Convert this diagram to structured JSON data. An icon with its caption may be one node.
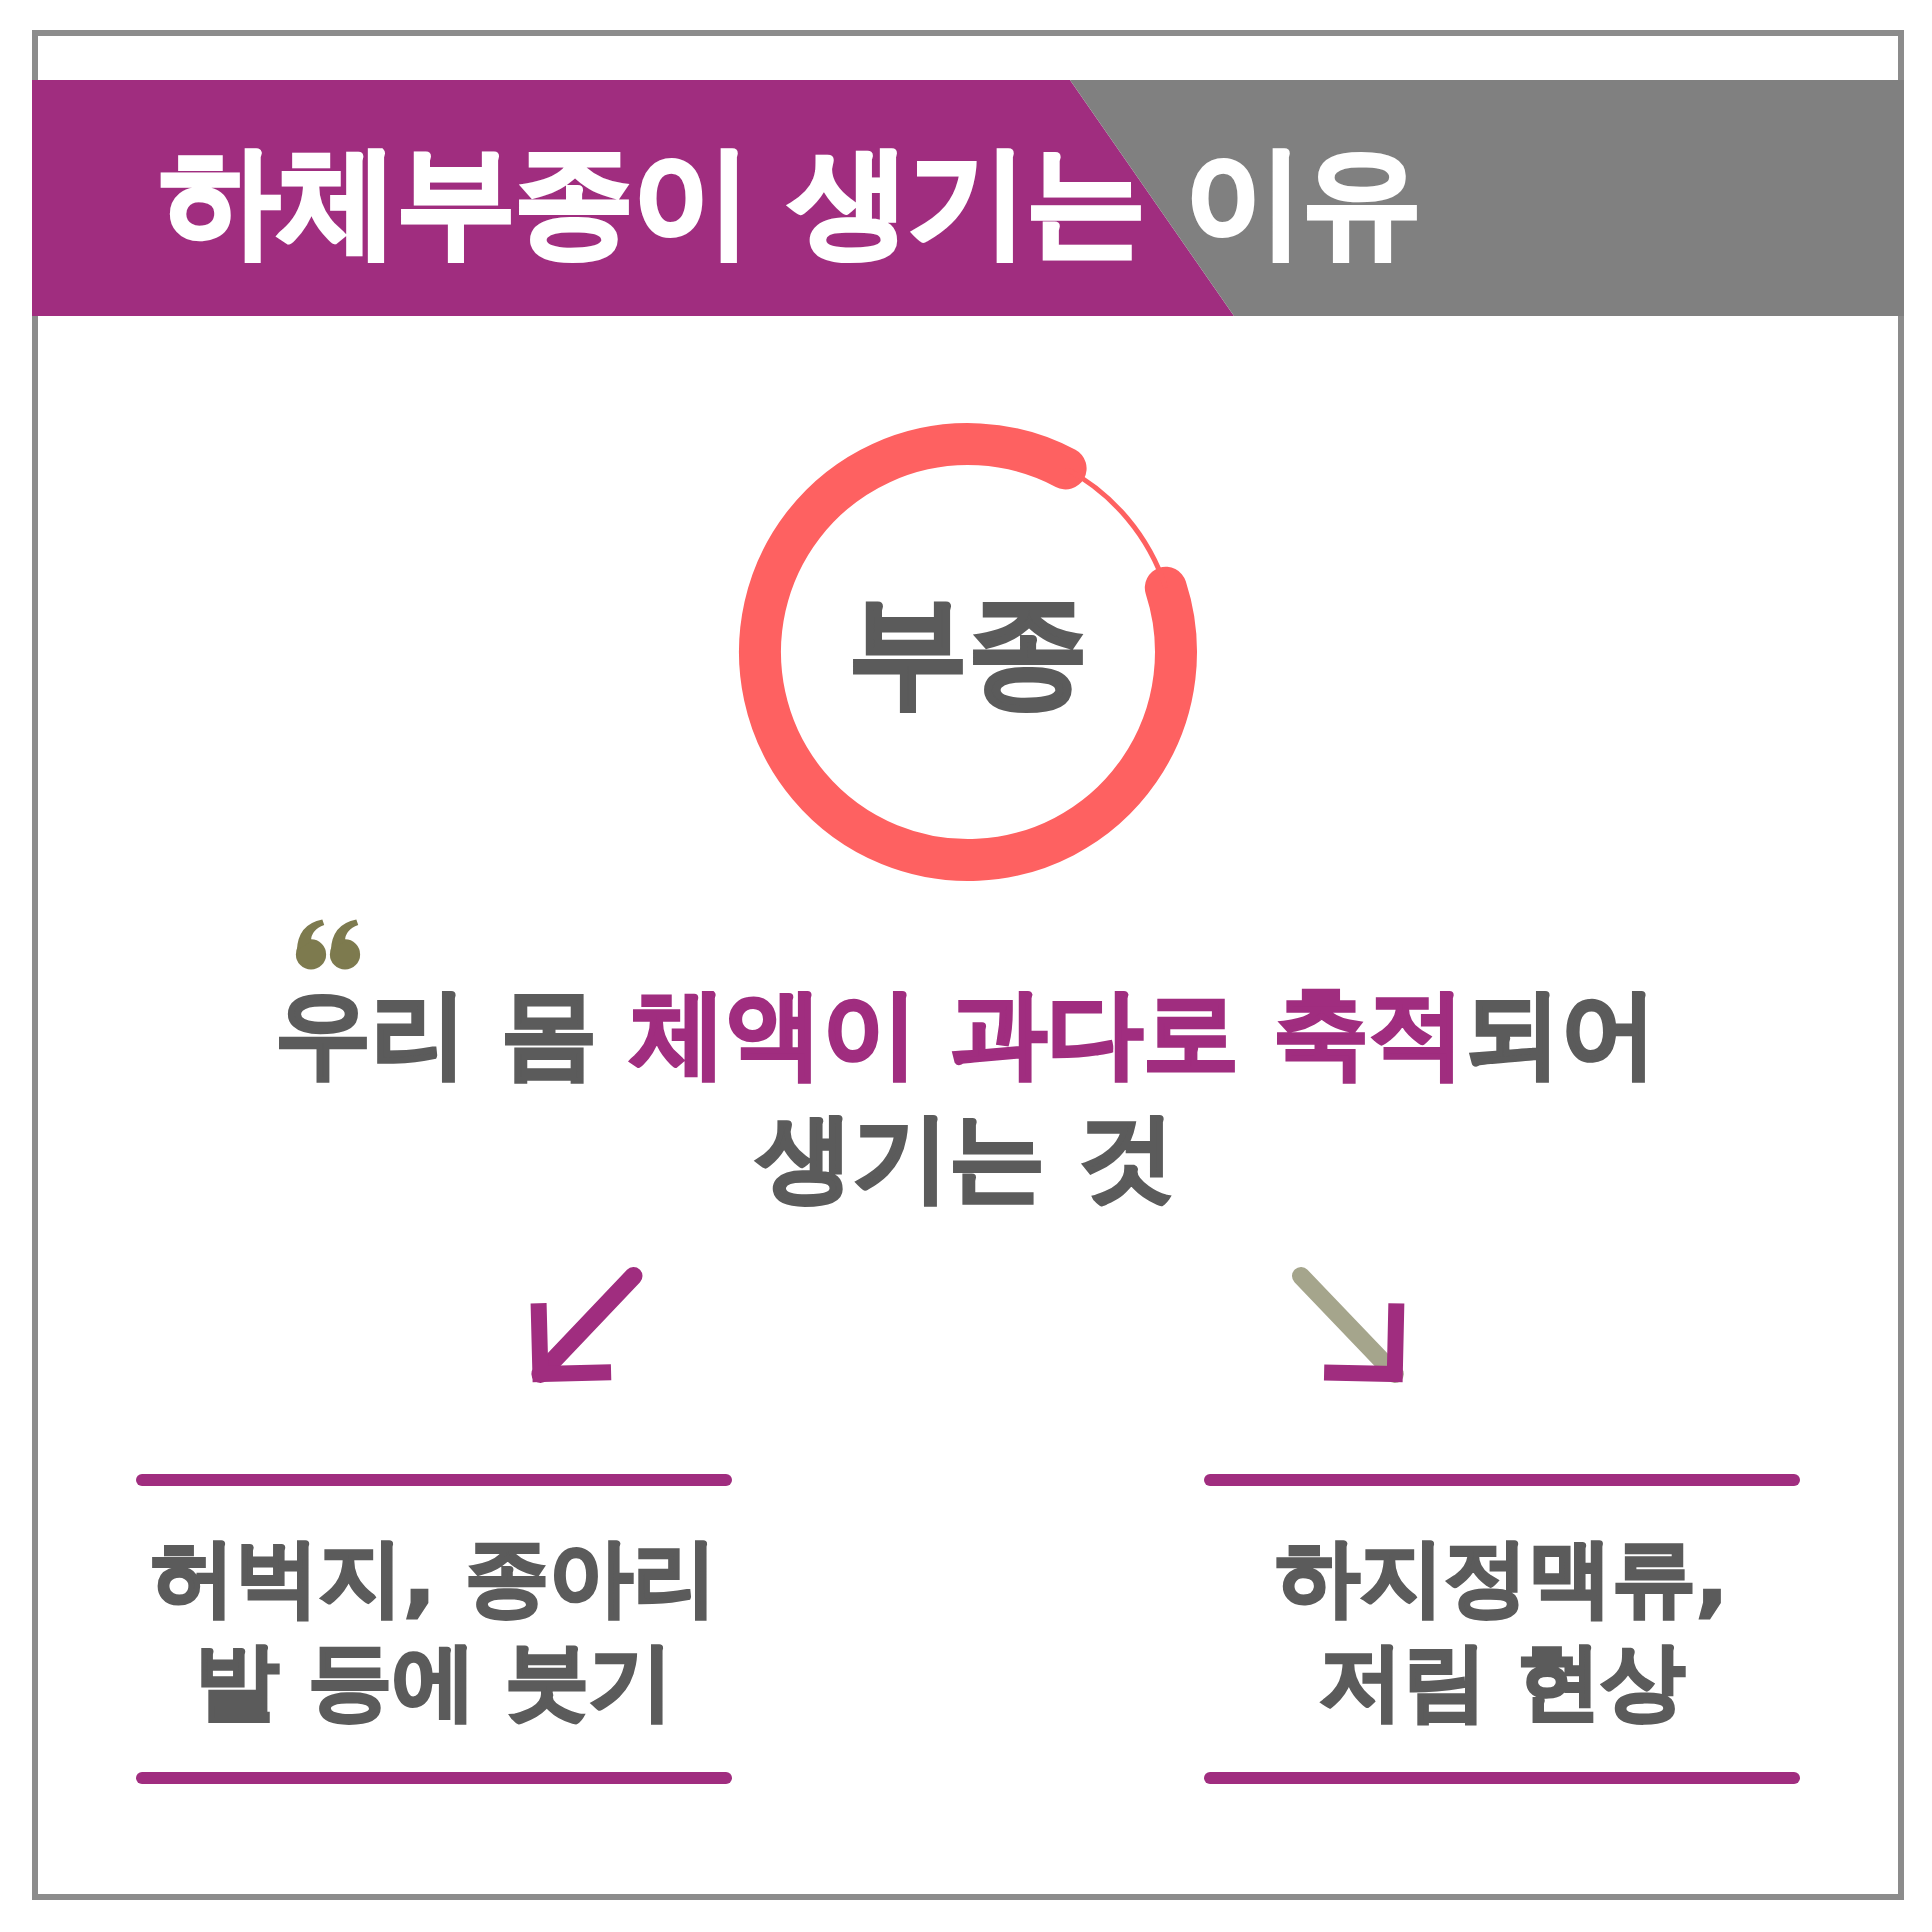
{
  "diagram": {
    "title": "하체부종이 생기는 이유",
    "nodes": [
      {
        "text": [
          "부종"
        ]
      },
      {
        "text": [
          "우리 몸 **체액이 과다로 축적**되어 생기는 것"
        ]
      },
      {
        "text": [
          "허벅지, 종아리 발 등에 붓기"
        ]
      },
      {
        "text": [
          "하지정맥류, 저림 현상"
        ]
      }
    ],
    "edges": [
      {
        "from": 1,
        "to": 2,
        "arrow": "to"
      },
      {
        "from": 1,
        "to": 3,
        "arrow": "to",
        "color": "#a5a58c"
      }
    ]
  }
}
